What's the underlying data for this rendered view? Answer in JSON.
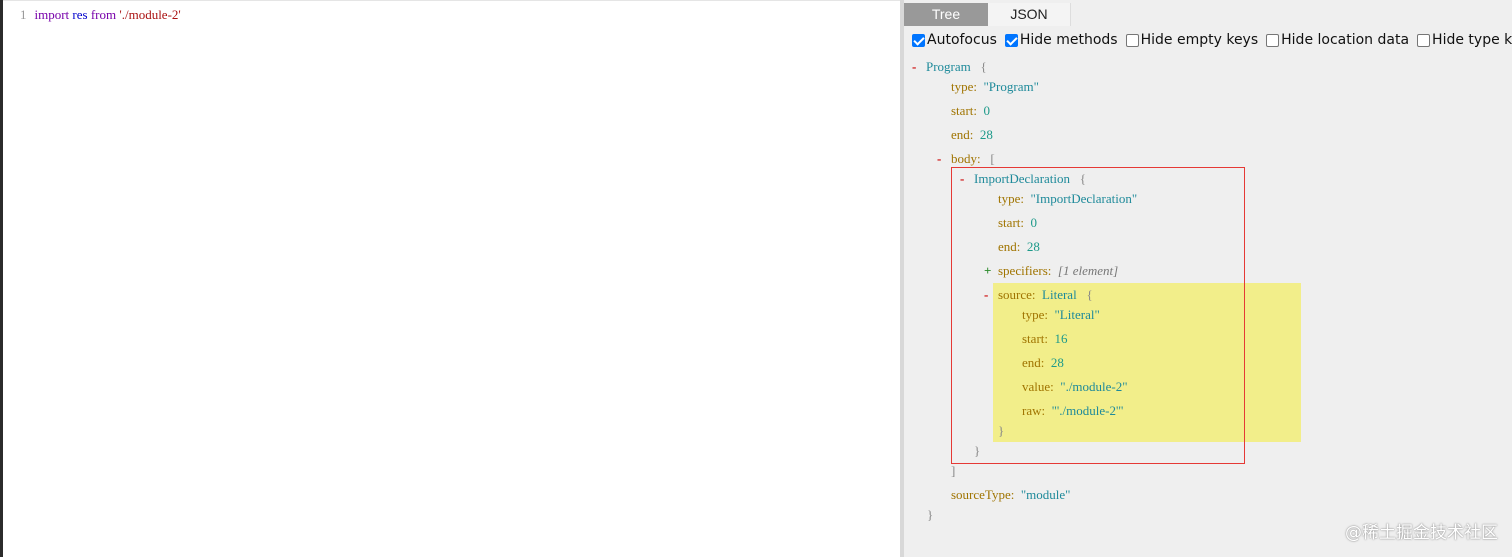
{
  "editor": {
    "line_number": "1",
    "code": {
      "kw_import": "import",
      "ident": "res",
      "kw_from": "from",
      "source": "'./module-2'"
    }
  },
  "tabs": [
    {
      "label": "Tree",
      "active": true
    },
    {
      "label": "JSON",
      "active": false
    }
  ],
  "options": [
    {
      "label": "Autofocus",
      "checked": true
    },
    {
      "label": "Hide methods",
      "checked": true
    },
    {
      "label": "Hide empty keys",
      "checked": false
    },
    {
      "label": "Hide location data",
      "checked": false
    },
    {
      "label": "Hide type keys",
      "checked": false
    }
  ],
  "tree": {
    "program_name": "Program",
    "program_open_brace": "{",
    "program_type_key": "type:",
    "program_type_val": "\"Program\"",
    "program_start_key": "start:",
    "program_start_val": "0",
    "program_end_key": "end:",
    "program_end_val": "28",
    "body_key": "body:",
    "body_open": "[",
    "import_name": "ImportDeclaration",
    "import_open": "{",
    "import_type_key": "type:",
    "import_type_val": "\"ImportDeclaration\"",
    "import_start_key": "start:",
    "import_start_val": "0",
    "import_end_key": "end:",
    "import_end_val": "28",
    "specifiers_key": "specifiers:",
    "specifiers_summary": "[1 element]",
    "source_key": "source:",
    "source_name": "Literal",
    "source_open": "{",
    "lit_type_key": "type:",
    "lit_type_val": "\"Literal\"",
    "lit_start_key": "start:",
    "lit_start_val": "16",
    "lit_end_key": "end:",
    "lit_end_val": "28",
    "lit_value_key": "value:",
    "lit_value_val": "\"./module-2\"",
    "lit_raw_key": "raw:",
    "lit_raw_val": "\"'./module-2'\"",
    "source_close": "}",
    "import_close": "}",
    "body_close": "]",
    "sourceType_key": "sourceType:",
    "sourceType_val": "\"module\"",
    "program_close": "}",
    "minus": "-",
    "plus": "+"
  },
  "colors": {
    "highlight_yellow": "#f2ee8a",
    "highlight_red": "#e53935",
    "active_tab": "#999999"
  },
  "watermark": "@稀土掘金技术社区"
}
